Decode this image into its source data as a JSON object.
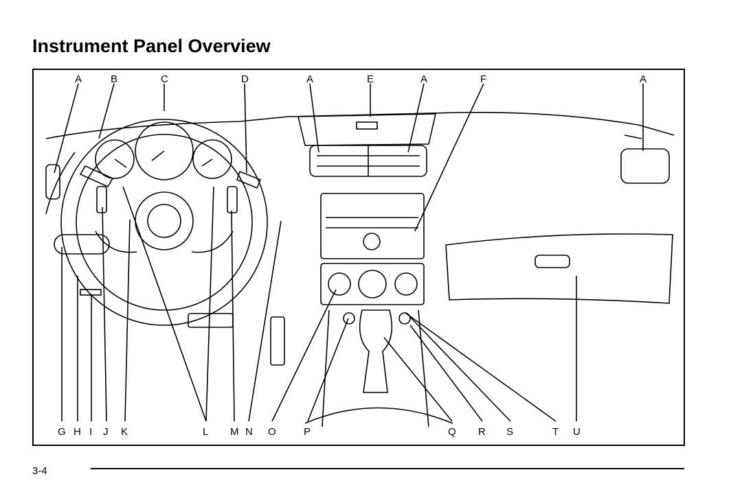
{
  "page": {
    "title": "Instrument Panel Overview",
    "page_number": "3-4"
  },
  "figure": {
    "top_labels": [
      "A",
      "B",
      "C",
      "D",
      "A",
      "E",
      "A",
      "F",
      "A"
    ],
    "bottom_labels": [
      "G",
      "H",
      "I",
      "J",
      "K",
      "L",
      "M",
      "N",
      "O",
      "P",
      "Q",
      "R",
      "S",
      "T",
      "U"
    ]
  }
}
